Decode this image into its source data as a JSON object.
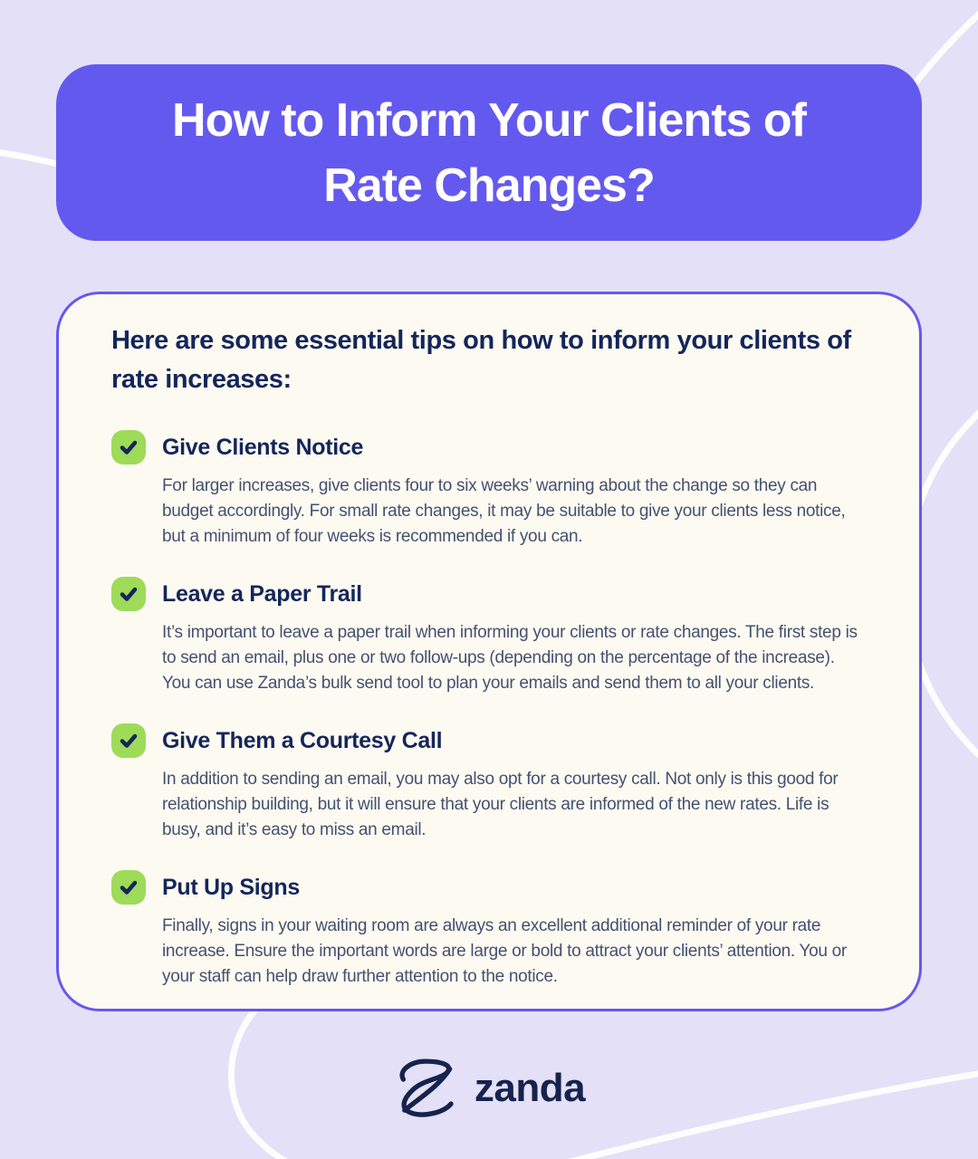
{
  "colors": {
    "background": "#e4e0f8",
    "accent_purple": "#6459ee",
    "card_background": "#fdfaf2",
    "heading_navy": "#14265a",
    "body_text": "#44516f",
    "check_green": "#9edb58",
    "swirl_white": "#ffffff"
  },
  "header": {
    "title_line1": "How to Inform Your Clients of",
    "title_line2": "Rate Changes?"
  },
  "card": {
    "intro": "Here are some essential tips on how to inform your clients of rate increases:",
    "items": [
      {
        "heading": "Give Clients Notice",
        "body": "For larger increases, give clients four to six weeks’ warning about the change so they can budget accordingly. For small rate changes, it may be suitable to give your clients less notice, but a minimum of four weeks is recommended if you can."
      },
      {
        "heading": "Leave a Paper Trail",
        "body": "It’s important to leave a paper trail when informing your clients or rate changes. The first step is to send an email, plus one or two follow-ups (depending on the percentage of the increase). You can use Zanda’s bulk send tool to plan your emails and send them to all your clients."
      },
      {
        "heading": "Give Them a Courtesy Call",
        "body": "In addition to sending an email, you may also opt for a courtesy call. Not only is this good for relationship building, but it will ensure that your clients are informed of the new rates. Life is busy, and it’s easy to miss an email."
      },
      {
        "heading": "Put Up Signs",
        "body": "Finally, signs in your waiting room are always an excellent additional reminder of your rate increase. Ensure the important words are large or bold to attract your clients’ attention. You or your staff can help draw further attention to the notice."
      }
    ]
  },
  "footer": {
    "brand": "zanda"
  }
}
